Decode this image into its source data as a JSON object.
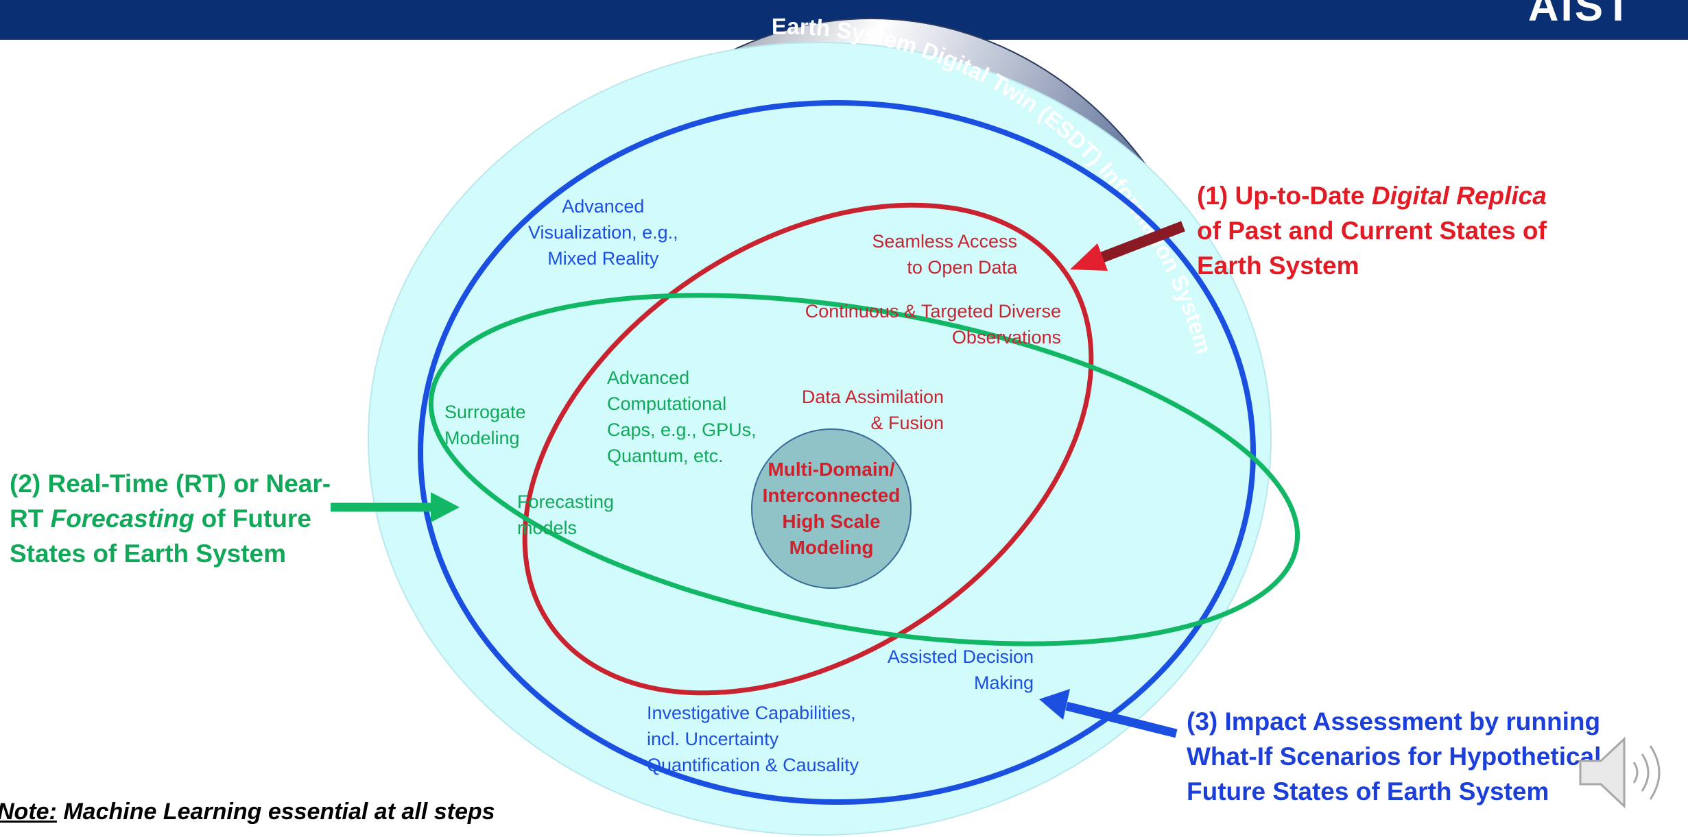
{
  "header": {
    "logo_text": "AIST"
  },
  "ring_title": "Earth System Digital Twin (ESDT) Information System",
  "core": {
    "text": "Multi-Domain/\nInterconnected\nHigh Scale\nModeling"
  },
  "blue_labels": {
    "visualization": "Advanced\nVisualization, e.g.,\nMixed Reality",
    "decision": "Assisted Decision\nMaking",
    "investigative": "Investigative Capabilities,\nincl. Uncertainty\nQuantification & Causality"
  },
  "red_labels": {
    "open_data": "Seamless Access\nto Open Data",
    "observations": "Continuous & Targeted Diverse\nObservations",
    "assimilation": "Data Assimilation\n& Fusion"
  },
  "green_labels": {
    "computational": "Advanced\nComputational\nCaps, e.g., GPUs,\nQuantum, etc.",
    "surrogate": "Surrogate\nModeling",
    "forecasting": "Forecasting\nmodels"
  },
  "callouts": {
    "c1_pre": "(1) Up-to-Date ",
    "c1_italic": "Digital Replica",
    "c1_rest1": "of Past and Current States of",
    "c1_rest2": "Earth System",
    "c2_line1": "(2) Real-Time (RT) or Near-",
    "c2_pre": "RT ",
    "c2_italic": "Forecasting",
    "c2_post": " of Future",
    "c2_line3": "States of Earth System",
    "c3_line1": "(3) Impact Assessment by running",
    "c3_line2": "What-If Scenarios for Hypothetical",
    "c3_line3": "Future States of Earth System"
  },
  "note": {
    "prefix": "Note:",
    "text": " Machine Learning essential at all steps"
  },
  "icons": [
    "speaker-icon"
  ],
  "colors": {
    "header": "#0a2f72",
    "blue": "#1b4fe0",
    "red": "#c8232f",
    "green": "#12a85a",
    "disk": "#d2fbfc"
  }
}
